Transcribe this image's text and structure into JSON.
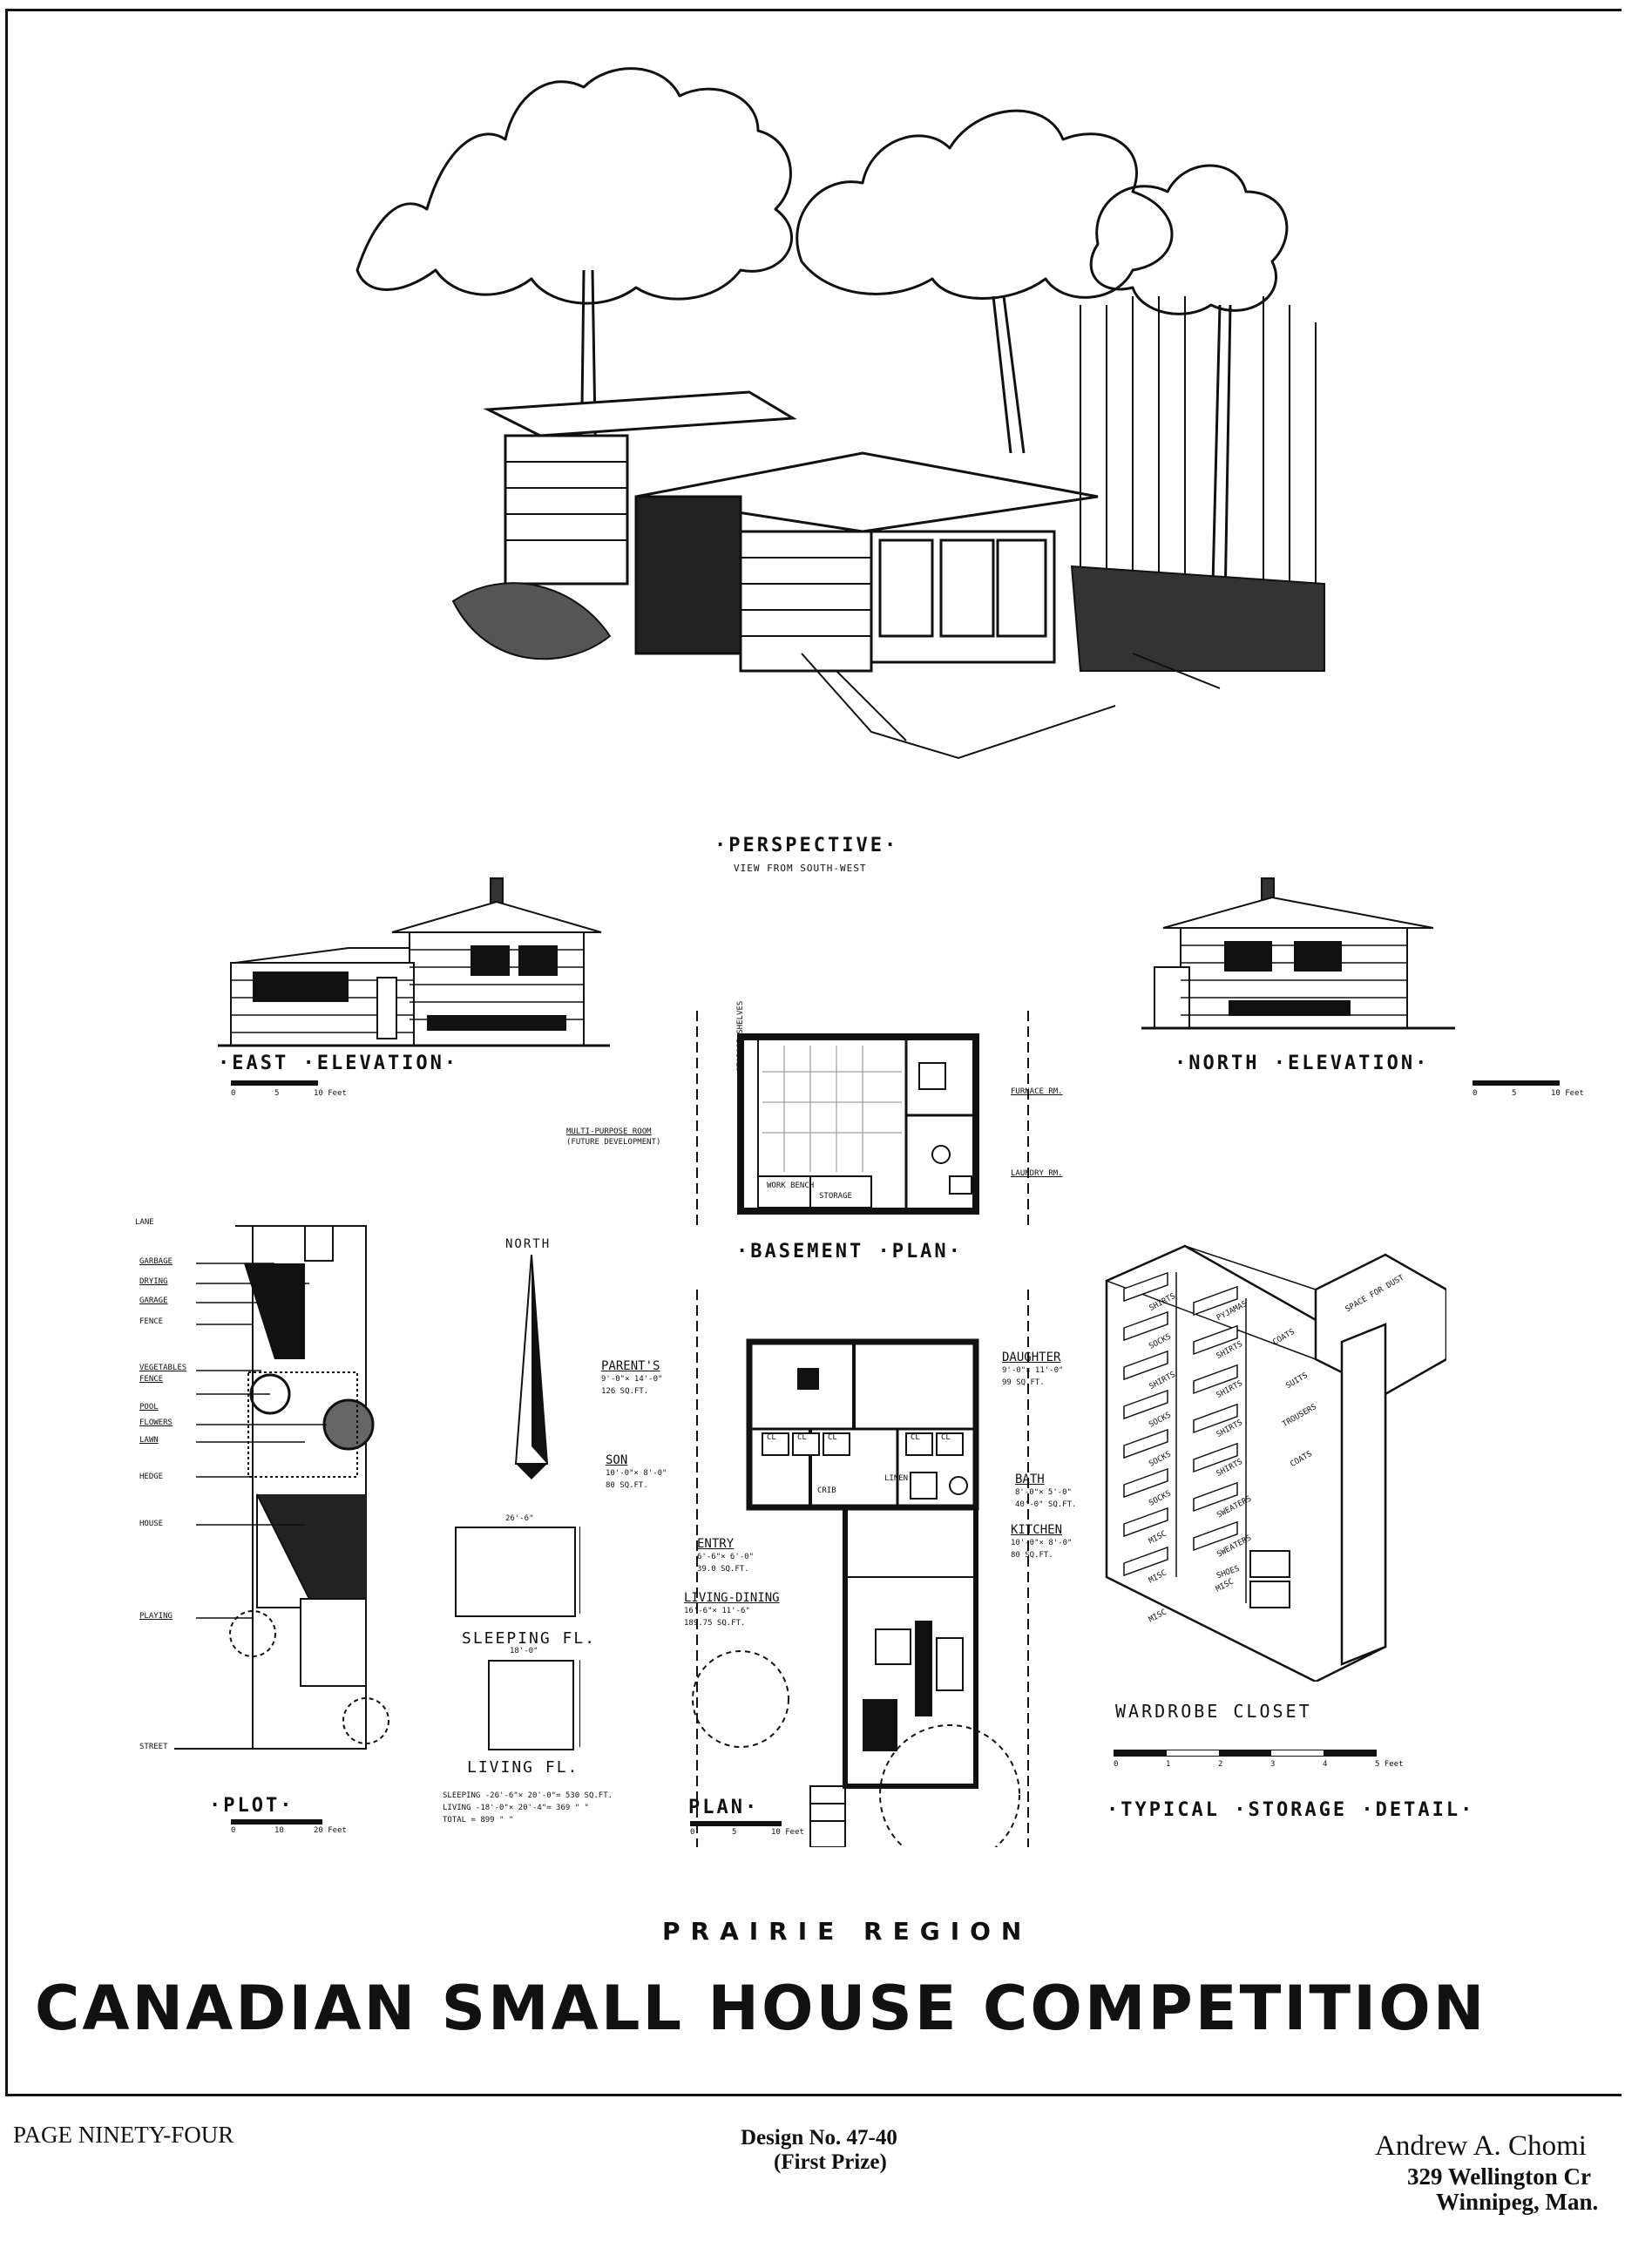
{
  "drawings": {
    "perspective": {
      "title": "·PERSPECTIVE·",
      "caption": "VIEW FROM SOUTH-WEST"
    },
    "east_elevation": {
      "title": "·EAST ·ELEVATION·",
      "scale": [
        "0",
        "5",
        "10 Feet"
      ]
    },
    "north_elevation": {
      "title": "·NORTH ·ELEVATION·",
      "scale": [
        "0",
        "5",
        "10 Feet"
      ]
    },
    "basement": {
      "title": "·BASEMENT ·PLAN·",
      "labels": {
        "multi_purpose": "MULTI-PURPOSE ROOM",
        "future": "(FUTURE DEVELOPMENT)",
        "furnace": "FURNACE RM.",
        "laundry": "LAUNDRY RM.",
        "storage_shelves": "STORAGE SHELVES",
        "work_bench": "WORK BENCH",
        "storage": "STORAGE"
      }
    },
    "plot": {
      "title": "·PLOT·",
      "scale": [
        "0",
        "10",
        "20 Feet"
      ],
      "north": "NORTH",
      "labels": [
        "LANE",
        "GARBAGE",
        "DRYING",
        "GARAGE",
        "FENCE",
        "VEGETABLES",
        "FENCE",
        "POOL",
        "FLOWERS",
        "LAWN",
        "HEDGE",
        "HOUSE",
        "PLAYING",
        "STREET"
      ]
    },
    "areas": {
      "sleeping_dim": "26'-6\"",
      "sleeping_fl": "SLEEPING FL.",
      "living_dim": "18'-0\"",
      "living_fl": "LIVING FL.",
      "lines": [
        "SLEEPING -26'-6\"× 20'-0\"= 530 SQ.FT.",
        "LIVING   -18'-0\"× 20'-4\"= 369  \"  \"",
        "TOTAL                  = 899  \"  \""
      ]
    },
    "plan": {
      "title": "PLAN·",
      "scale": [
        "0",
        "5",
        "10 Feet"
      ],
      "rooms": {
        "parents": {
          "name": "PARENT'S",
          "dims": "9'-0\"× 14'-0\"",
          "area": "126 SQ.FT."
        },
        "daughter": {
          "name": "DAUGHTER",
          "dims": "9'-0\"× 11'-0\"",
          "area": "99 SQ.FT."
        },
        "son": {
          "name": "SON",
          "dims": "10'-0\"× 8'-0\"",
          "area": "80 SQ.FT."
        },
        "bath": {
          "name": "BATH",
          "dims": "8'-0\"× 5'-0\"",
          "area": "40'-0\" SQ.FT."
        },
        "entry": {
          "name": "ENTRY",
          "dims": "6'-6\"× 6'-0\"",
          "area": "39.0 SQ.FT."
        },
        "kitchen": {
          "name": "KITCHEN",
          "dims": "10'-0\"× 8'-0\"",
          "area": "80 SQ.FT."
        },
        "living": {
          "name": "LIVING-DINING",
          "dims": "16'-6\"× 11'-6\"",
          "area": "189.75 SQ.FT."
        }
      },
      "closets": [
        "CL",
        "CL",
        "CL",
        "CL",
        "CL"
      ],
      "linen": "LINEN",
      "crib": "CRIB"
    },
    "storage": {
      "title": "·TYPICAL ·STORAGE ·DETAIL·",
      "wardrobe": "WARDROBE CLOSET",
      "space": "SPACE FOR DUST",
      "shelves_left": [
        "SHIRTS",
        "SOCKS",
        "SHIRTS",
        "SOCKS",
        "SOCKS",
        "SOCKS",
        "MISC",
        "MISC",
        "MISC"
      ],
      "shelves_mid": [
        "PYJAMAS",
        "SHIRTS",
        "SHIRTS",
        "SHIRTS",
        "SHIRTS",
        "SWEATERS",
        "SWEATERS",
        "MISC"
      ],
      "hang": [
        "COATS",
        "SUITS",
        "TROUSERS",
        "COATS"
      ],
      "shoes": "SHOES",
      "scale": [
        "0",
        "1",
        "2",
        "3",
        "4",
        "5 Feet"
      ]
    }
  },
  "header": {
    "region": "PRAIRIE REGION",
    "title": "CANADIAN SMALL HOUSE COMPETITION"
  },
  "footer": {
    "page": "PAGE NINETY-FOUR",
    "design": "Design No. 47-40",
    "prize": "(First Prize)",
    "author_name": "Andrew A. Chomi",
    "author_addr": "329 Wellington Cr",
    "author_city": "Winnipeg, Man."
  }
}
